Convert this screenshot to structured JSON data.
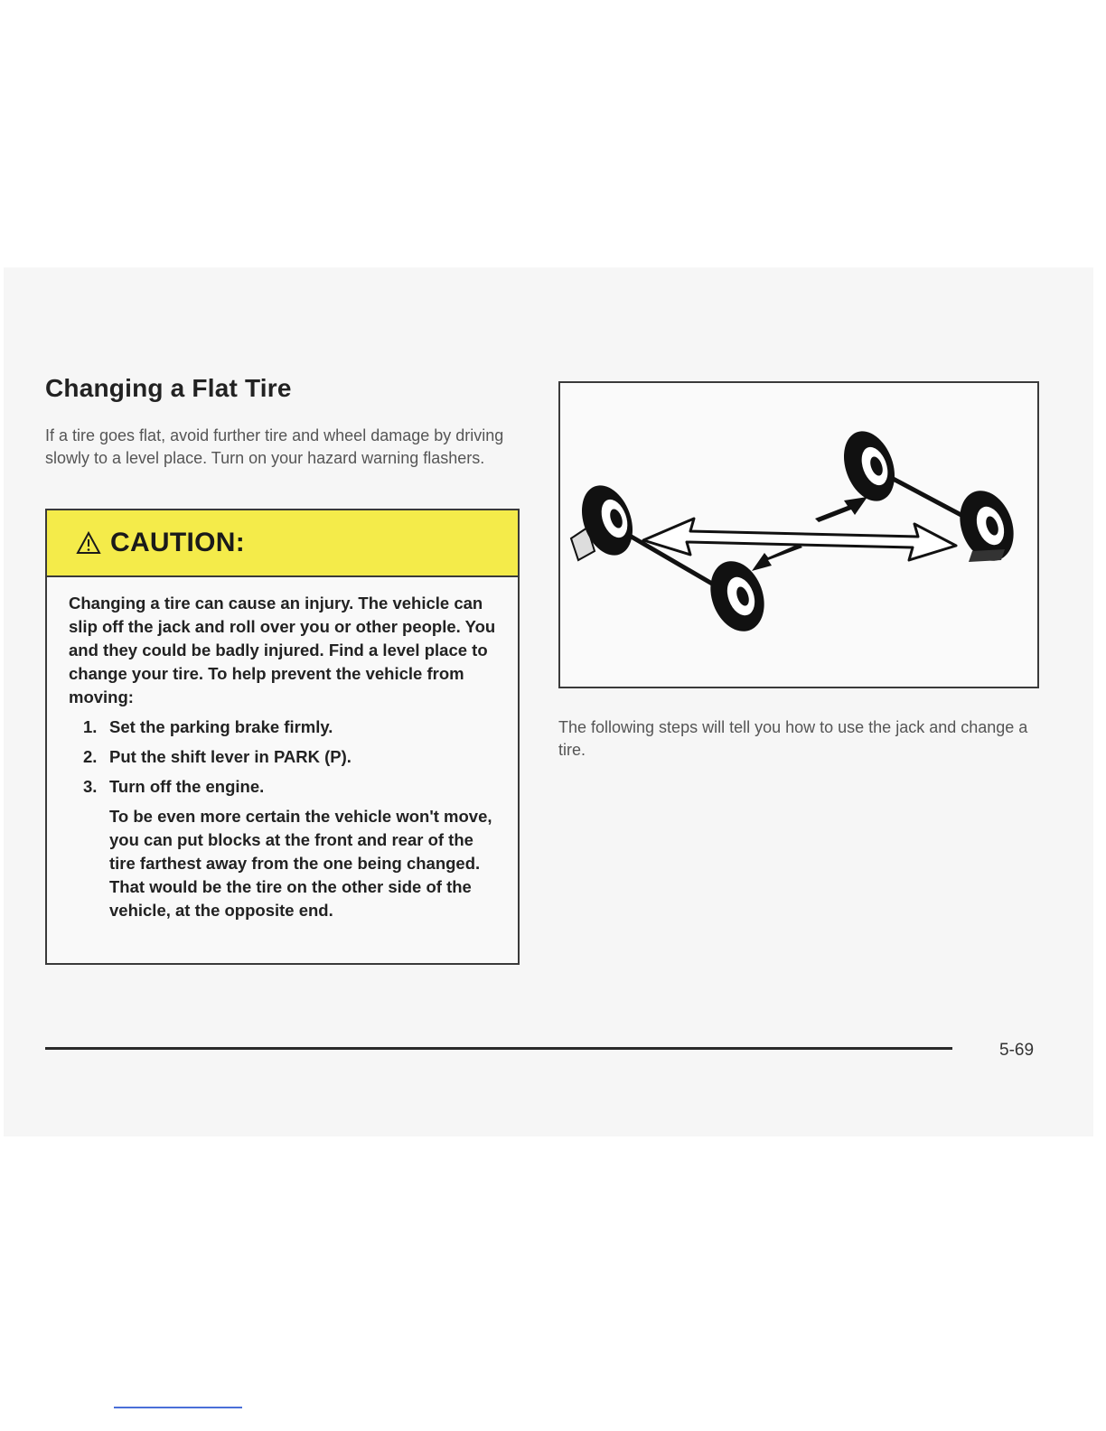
{
  "section": {
    "heading": "Changing a Flat Tire",
    "intro": "If a tire goes flat, avoid further tire and wheel damage by driving slowly to a level place. Turn on your hazard warning flashers."
  },
  "caution": {
    "title": "CAUTION:",
    "icon": "warning-triangle-icon",
    "body": "Changing a tire can cause an injury. The vehicle can slip off the jack and roll over you or other people. You and they could be badly injured. Find a level place to change your tire. To help prevent the vehicle from moving:",
    "steps": [
      {
        "number": "1.",
        "text": "Set the parking brake firmly."
      },
      {
        "number": "2.",
        "text": "Put the shift lever in PARK (P)."
      },
      {
        "number": "3.",
        "text": "Turn off the engine."
      }
    ],
    "note": "To be even more certain the vehicle won't move, you can put blocks at the front and rear of the tire farthest away from the one being changed. That would be the tire on the other side of the vehicle, at the opposite end."
  },
  "figure": {
    "icon": "wheel-blocking-diagram-icon"
  },
  "right_text": "The following steps will tell you how to use the jack and change a tire.",
  "footer": {
    "page_number": "5-69"
  },
  "colors": {
    "caution_header": "#f4eb4a",
    "page_background": "#f6f6f6",
    "border": "#3a3a3a"
  }
}
